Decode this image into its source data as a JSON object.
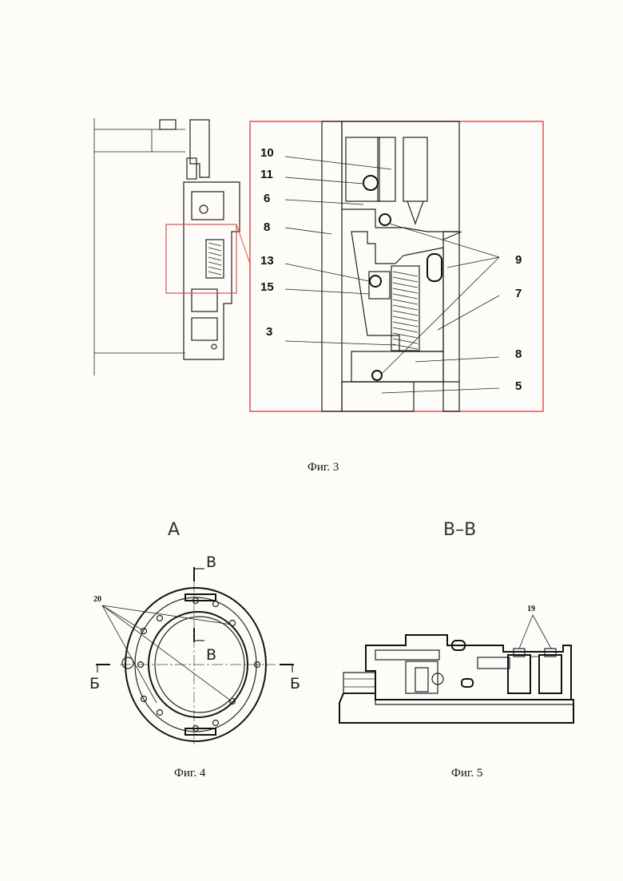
{
  "fig3": {
    "caption": "Фиг. 3",
    "callouts": [
      "10",
      "11",
      "6",
      "8",
      "13",
      "15",
      "3",
      "9",
      "7",
      "8",
      "5"
    ]
  },
  "fig4": {
    "caption": "Фиг. 4",
    "view_label": "А",
    "section_letter_top": "В",
    "section_letter_mid": "В",
    "section_letter_left": "Б",
    "section_letter_right": "Б",
    "callout": "20"
  },
  "fig5": {
    "caption": "Фиг. 5",
    "section_label": "В–В",
    "callout": "19"
  },
  "colors": {
    "detail_frame": "#d9534f",
    "line": "#222222"
  }
}
